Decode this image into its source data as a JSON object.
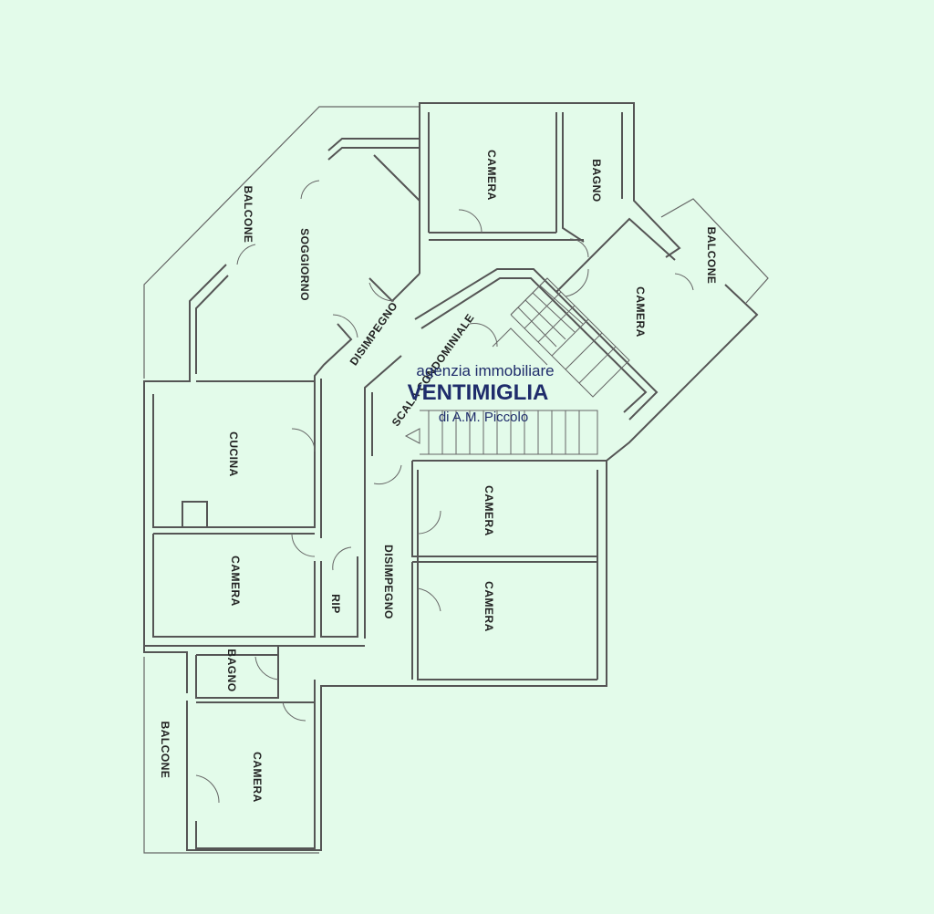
{
  "rooms": {
    "balcone_top": "BALCONE",
    "soggiorno": "SOGGIORNO",
    "camera_top": "CAMERA",
    "bagno_top": "BAGNO",
    "balcone_right": "BALCONE",
    "camera_right": "CAMERA",
    "disimpegno_upper": "DISIMPEGNO",
    "scala": "SCALA CONDOMINIALE",
    "cucina": "CUCINA",
    "camera_mid_right": "CAMERA",
    "camera_left": "CAMERA",
    "rip": "RIP",
    "disimpegno_lower": "DISIMPEGNO",
    "camera_low_right": "CAMERA",
    "bagno_low": "BAGNO",
    "balcone_left": "BALCONE",
    "camera_bottom": "CAMERA"
  },
  "watermark": {
    "line1": "agenzia immobiliare",
    "line2": "VENTIMIGLIA",
    "line3": "di A.M. Piccolo"
  }
}
